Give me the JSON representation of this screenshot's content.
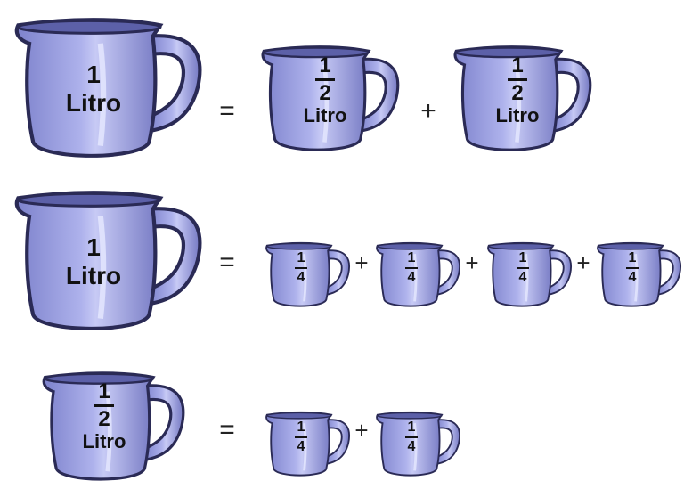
{
  "rows": [
    {
      "left": {
        "number": "1",
        "unit": "Litro"
      },
      "equals": "=",
      "right": [
        {
          "num": "1",
          "den": "2",
          "unit": "Litro"
        },
        {
          "num": "1",
          "den": "2",
          "unit": "Litro"
        }
      ],
      "plus": "+"
    },
    {
      "left": {
        "number": "1",
        "unit": "Litro"
      },
      "equals": "=",
      "right": [
        {
          "num": "1",
          "den": "4"
        },
        {
          "num": "1",
          "den": "4"
        },
        {
          "num": "1",
          "den": "4"
        },
        {
          "num": "1",
          "den": "4"
        }
      ],
      "plus": "+"
    },
    {
      "left": {
        "num": "1",
        "den": "2",
        "unit": "Litro"
      },
      "equals": "=",
      "right": [
        {
          "num": "1",
          "den": "4"
        },
        {
          "num": "1",
          "den": "4"
        }
      ],
      "plus": "+"
    }
  ],
  "colors": {
    "jug_fill": "#9a9fe0",
    "jug_shadow": "#6f74bf",
    "jug_highlight": "#c9ccf4",
    "outline": "#2a2a55"
  }
}
